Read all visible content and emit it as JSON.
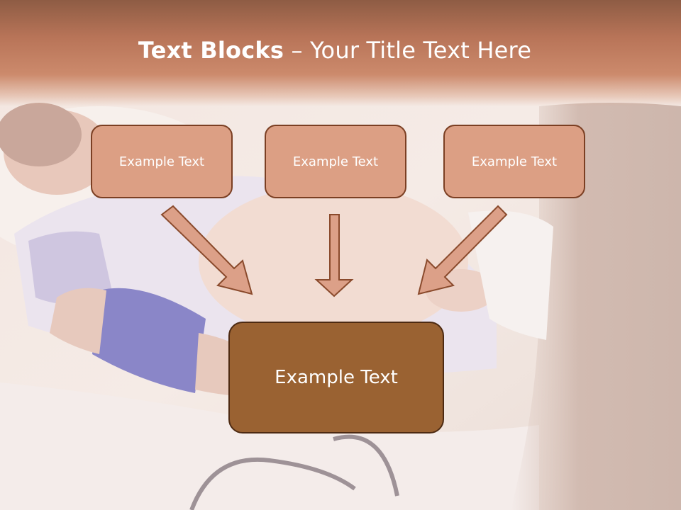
{
  "slide": {
    "title_bold": "Text Blocks",
    "title_dash": " – ",
    "title_rest": "Your Title Text Here"
  },
  "blocks": {
    "top_left": "Example Text",
    "top_center": "Example Text",
    "top_right": "Example Text",
    "bottom": "Example Text"
  },
  "colors": {
    "header": "#b87458",
    "small_box_fill": "#dc9f84",
    "small_box_border": "#7b3f23",
    "big_box_fill": "#9a6232",
    "arrow_fill": "#dca088",
    "arrow_stroke": "#8a4a2c"
  }
}
